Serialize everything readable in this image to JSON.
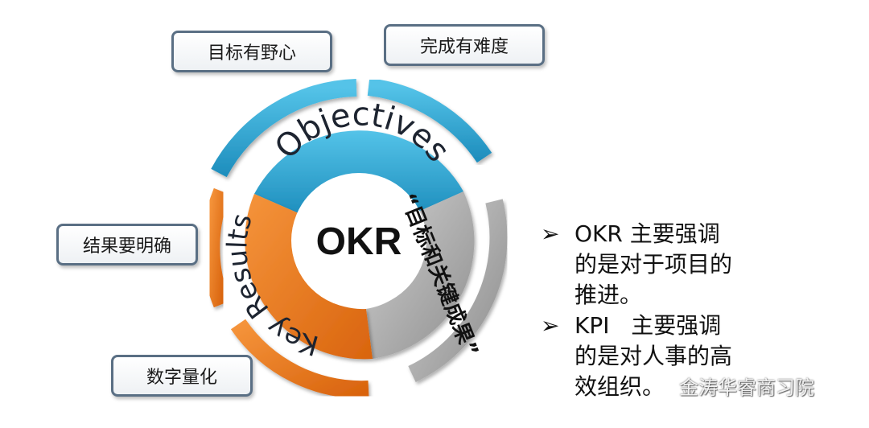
{
  "diagram": {
    "center_label": "OKR",
    "objectives_label": "Objectives",
    "key_results_label": "Key Results",
    "goals_and_key_results_label": "“目标和关键成果”",
    "boxes": {
      "ambition": "目标有野心",
      "difficulty": "完成有难度",
      "clear_results": "结果要明确",
      "quantified": "数字量化"
    }
  },
  "bullets": [
    {
      "mark": "➢",
      "text_lines": [
        "OKR 主要强调",
        "的是对于项目的",
        "推进。"
      ]
    },
    {
      "mark": "➢",
      "text_lines": [
        "KPI   主要强调",
        "的是对人事的高",
        "效组织。"
      ]
    }
  ],
  "watermark": "金涛华睿商习院",
  "colors": {
    "objectives": "#29a3cf",
    "key_results": "#ee7d23",
    "goals": "#a8a8a8"
  }
}
